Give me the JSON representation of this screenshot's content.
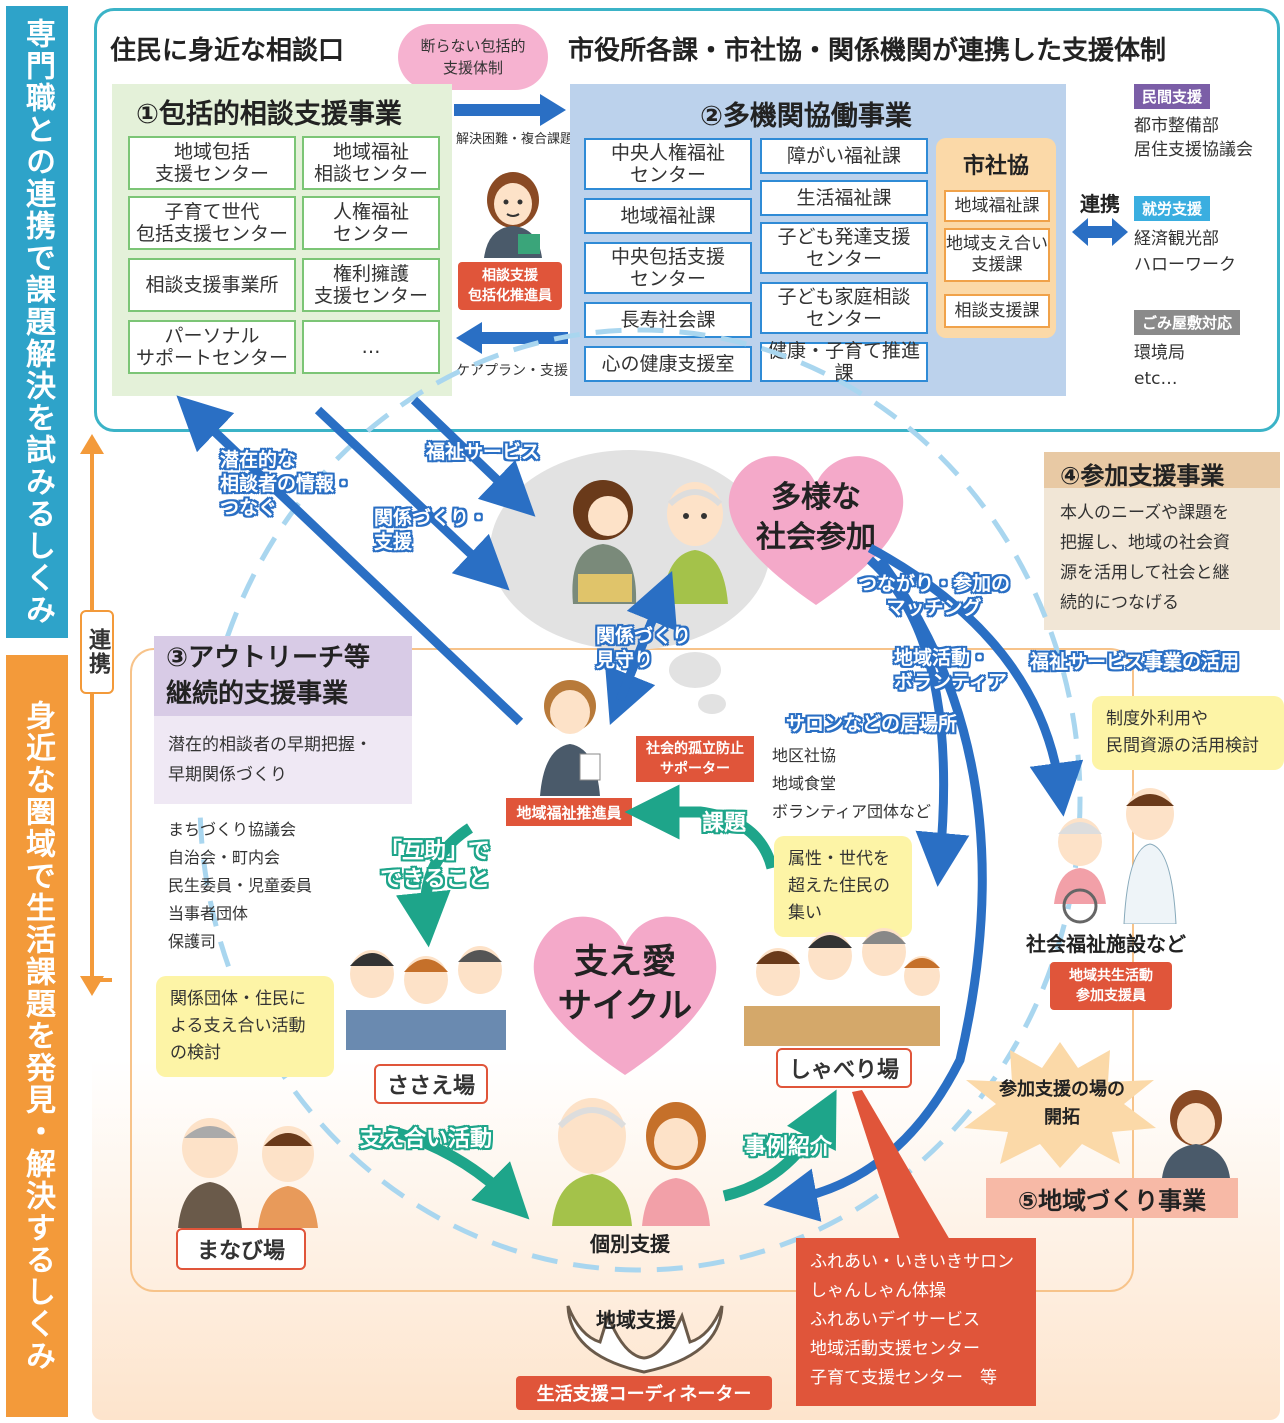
{
  "sidebar_left": {
    "top": "専門職との連携で課題解決を試みるしくみ",
    "bottom": "身近な圏域で生活課題を発見・解決するしくみ",
    "link": "連携"
  },
  "top_panel": {
    "heading_left": "住民に身近な相談口",
    "speech_bubble": "断らない包括的\n支援体制",
    "heading_right": "市役所各課・市社協・関係機関が連携した支援体制"
  },
  "program1": {
    "title": "①包括的相談支援事業",
    "cells": [
      "地域包括\n支援センター",
      "地域福祉\n相談センター",
      "子育て世代\n包括支援センター",
      "人権福祉\nセンター",
      "相談支援事業所",
      "権利擁護\n支援センター",
      "パーソナル\nサポートセンター",
      "…"
    ]
  },
  "middle_link": {
    "top_arrow_label": "解決困難・複合課題",
    "bottom_arrow_label": "ケアプラン・支援",
    "person_tag": "相談支援\n包括化推進員"
  },
  "program2": {
    "title": "②多機関協働事業",
    "col1": [
      "中央人権福祉\nセンター",
      "地域福祉課",
      "中央包括支援\nセンター",
      "長寿社会課",
      "心の健康支援室"
    ],
    "col2": [
      "障がい福祉課",
      "生活福祉課",
      "子ども発達支援\nセンター",
      "子ども家庭相談\nセンター",
      "健康・子育て推進課"
    ],
    "shakyo_title": "市社協",
    "col3": [
      "地域福祉課",
      "地域支え合い\n支援課",
      "相談支援課"
    ]
  },
  "right_column": {
    "link": "連携",
    "groups": [
      {
        "tag": "民間支援",
        "tag_color": "#7b5ea7",
        "items": "都市整備部\n居住支援協議会"
      },
      {
        "tag": "就労支援",
        "tag_color": "#3aaee0",
        "items": "経済観光部\nハローワーク"
      },
      {
        "tag": "ごみ屋敷対応",
        "tag_color": "#8a8a8a",
        "items": "環境局\netc…"
      }
    ]
  },
  "program4": {
    "title": "④参加支援事業",
    "body": "本人のニーズや課題を\n把握し、地域の社会資\n源を活用して社会と継\n続的につなげる"
  },
  "arrows": {
    "potential_info": "潜在的な\n相談者の情報・\nつなぐ",
    "relations_support": "関係づくり・\n支援",
    "welfare_service": "福祉サービス",
    "relations_watch": "関係づくり\n見守り",
    "matching": "つながり・参加の\nマッチング",
    "volunteer": "地域活動・\nボランティア",
    "welfare_service_use": "福祉サービス事業の活用",
    "salon": "サロンなどの居場所"
  },
  "diverse": "多様な\n社会参加",
  "program3": {
    "title": "③アウトリーチ等\n継続的支援事業",
    "body": "潜在的相談者の早期把握・\n早期関係づくり"
  },
  "community_list": "まちづくり協議会\n自治会・町内会\n民生委員・児童委員\n当事者団体\n保護司",
  "promoter_tag": "地域福祉推進員",
  "isolation_tag": "社会的孤立防止\nサポーター",
  "issue_label": "課題",
  "salon_list": "地区社協\n地域食堂\nボランティア団体など",
  "gathering": "属性・世代を\n超えた住民の\n集い",
  "mutual": "「互助」で\nできること",
  "heart": "支え愛\nサイクル",
  "groups_note": "関係団体・住民に\nよる支え合い活動\nの検討",
  "sasae_ba": "ささえ場",
  "shabere_ba": "しゃべり場",
  "manabi_ba": "まなび場",
  "support_activity": "支え合い活動",
  "case_intro": "事例紹介",
  "individual": "個別支援",
  "extra": "制度外利用や\n民間資源の活用検討",
  "facility": "社会福祉施設など",
  "facility_tag": "地域共生活動\n参加支援員",
  "burst": "参加支援の場の\n開拓",
  "program5": "⑤地域づくり事業",
  "red_list": "ふれあい・いきいきサロン\nしゃんしゃん体操\nふれあいデイサービス\n地域活動支援センター\n子育て支援センター　等",
  "hands_label": "地域支援",
  "coordinator": "生活支援コーディネーター"
}
